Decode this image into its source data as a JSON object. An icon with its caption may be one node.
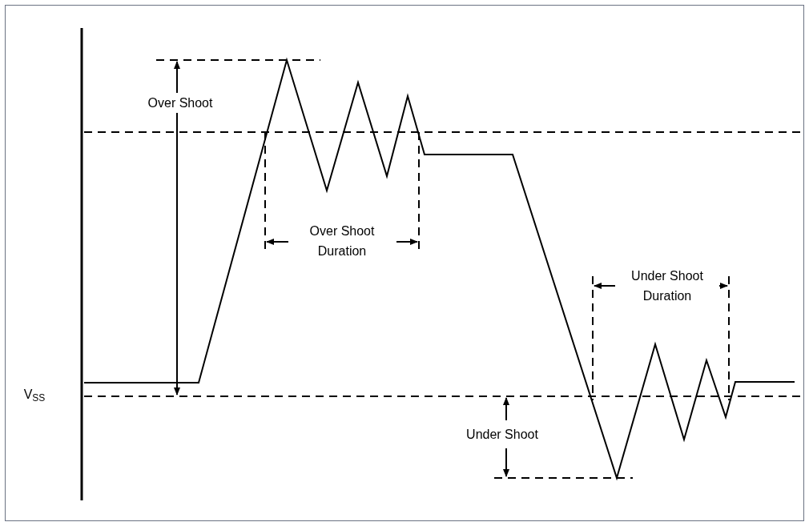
{
  "diagram": {
    "labels": [
      "Over Shoot",
      "Over Shoot Duration",
      "Under Shoot Duration",
      "V$_{SS}$",
      "Under Shoot"
    ]
  }
}
